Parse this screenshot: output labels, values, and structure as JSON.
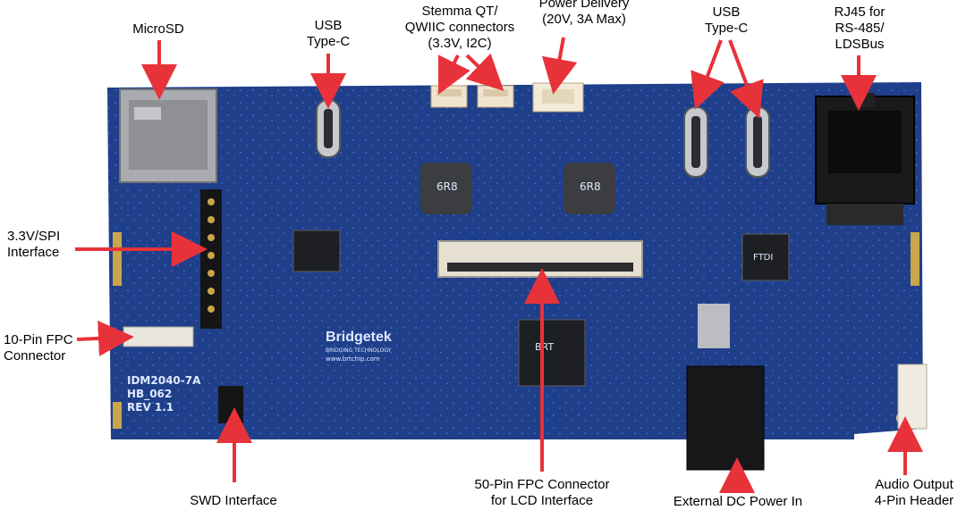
{
  "labels": {
    "microsd": "MicroSD",
    "usb_c_left": "USB\nType-C",
    "stemma": "Stemma QT/\nQWIIC connectors\n(3.3V, I2C)",
    "power_delivery": "Power Delivery\n(20V, 3A Max)",
    "usb_c_right": "USB\nType-C",
    "rj45": "RJ45 for\nRS-485/\nLDSBus",
    "spi": "3.3V/SPI\nInterface",
    "fpc10": "10-Pin FPC\nConnector",
    "swd": "SWD Interface",
    "fpc50": "50-Pin FPC Connector\nfor LCD Interface",
    "dc_in": "External DC Power In",
    "audio": "Audio Output\n4-Pin Header"
  },
  "silkscreen": {
    "board_name": "IDM2040-7A",
    "board_id": "HB_062",
    "revision": "REV 1.1",
    "brand": "Bridgetek",
    "brand_sub": "BRIDGING TECHNOLOGY",
    "website": "www.brtchip.com",
    "inductor_left": "6R8",
    "inductor_right": "6R8",
    "ic_main": "BRT",
    "ic_ftdi": "FTDI"
  },
  "colors": {
    "background": "#ffffff",
    "pcb": "#1f3f8a",
    "arrow": "#e8323a",
    "text": "#000000"
  }
}
